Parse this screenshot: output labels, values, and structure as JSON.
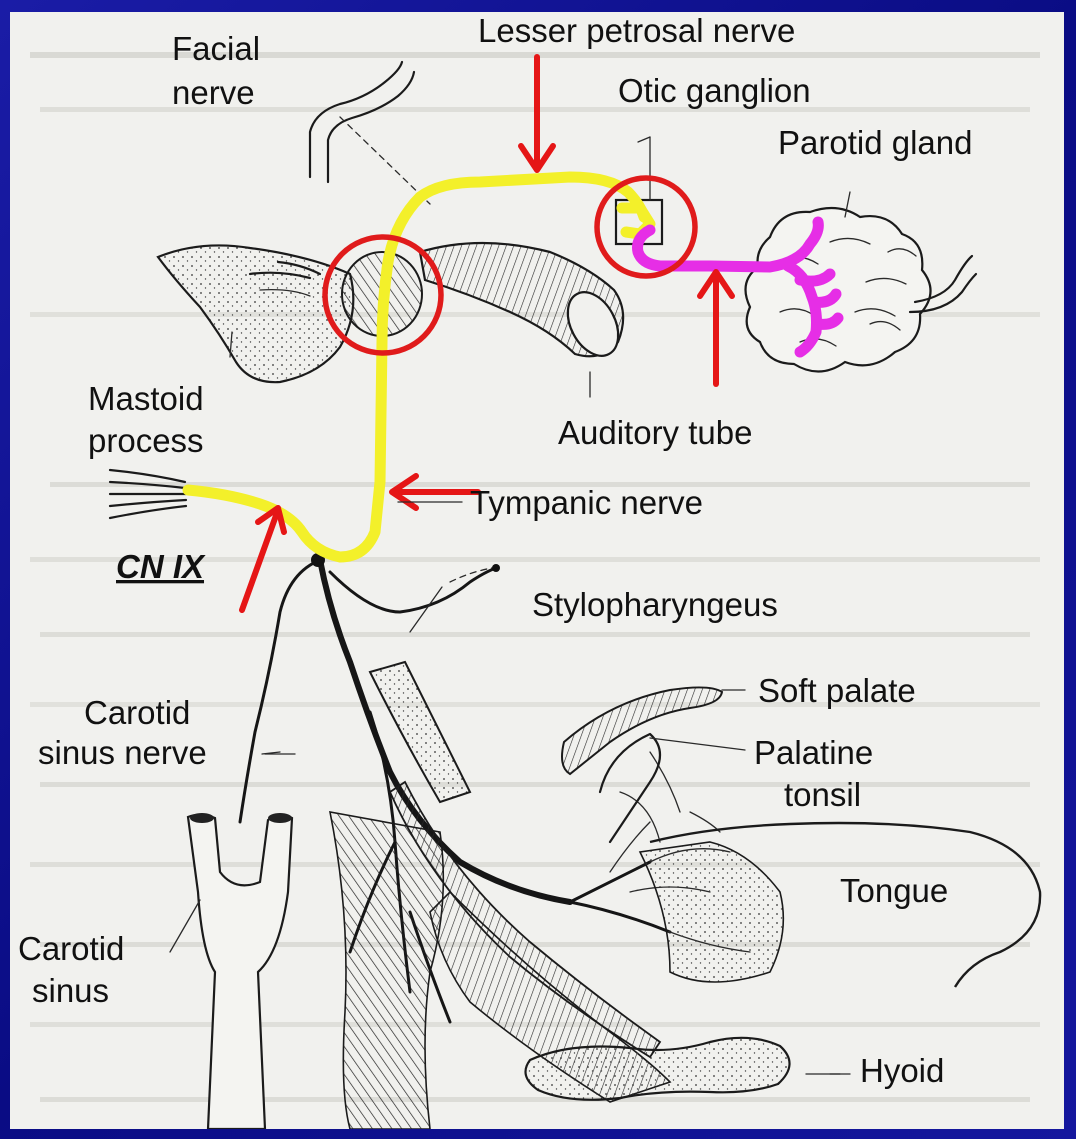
{
  "labels": {
    "facial_nerve_line1": "Facial",
    "facial_nerve_line2": "nerve",
    "lesser_petrosal_nerve": "Lesser petrosal nerve",
    "otic_ganglion": "Otic ganglion",
    "parotid_gland": "Parotid gland",
    "mastoid_line1": "Mastoid",
    "mastoid_line2": "process",
    "auditory_tube": "Auditory tube",
    "tympanic_nerve": "Tympanic nerve",
    "cn_ix": "CN IX",
    "stylopharyngeus": "Stylopharyngeus",
    "soft_palate": "Soft palate",
    "carotid_sinus_nerve_line1": "Carotid",
    "carotid_sinus_nerve_line2": "sinus nerve",
    "palatine_tonsil_line1": "Palatine",
    "palatine_tonsil_line2": "tonsil",
    "tongue": "Tongue",
    "carotid_sinus_line1": "Carotid",
    "carotid_sinus_line2": "sinus",
    "hyoid": "Hyoid"
  },
  "colors": {
    "frame": "#0b0d8a",
    "paper": "#f1f1ee",
    "highlight_preganglionic": "#f3f02a",
    "highlight_postganglionic": "#e62ee6",
    "annotation_red": "#e01b1b"
  }
}
